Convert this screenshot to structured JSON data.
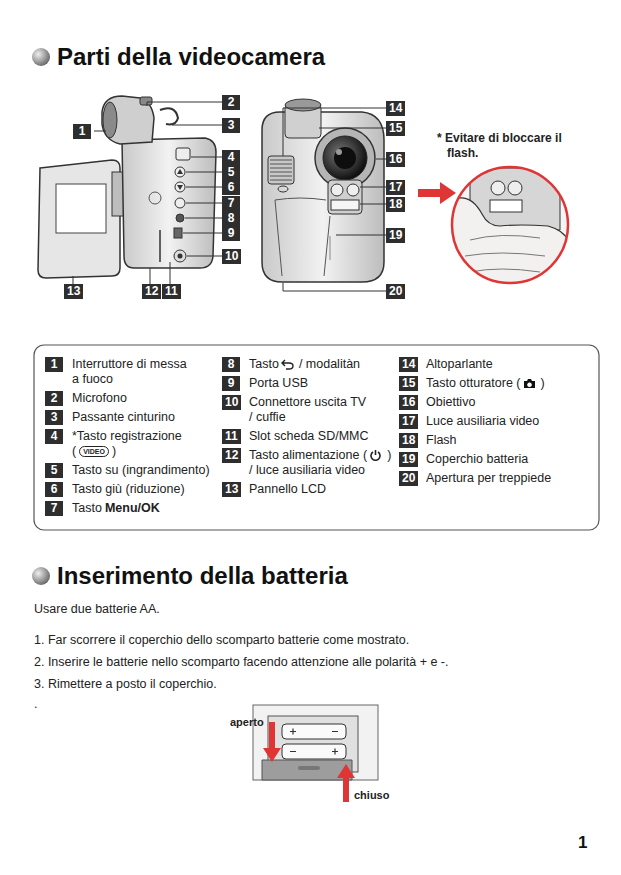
{
  "diagram": {
    "title": "Parti della videocamera",
    "nodes": [
      {
        "text": [
          "1"
        ]
      },
      {
        "text": [
          "2"
        ]
      },
      {
        "text": [
          "3"
        ]
      },
      {
        "text": [
          "4"
        ]
      },
      {
        "text": [
          "5"
        ]
      },
      {
        "text": [
          "6"
        ]
      },
      {
        "text": [
          "7"
        ]
      },
      {
        "text": [
          "8"
        ]
      },
      {
        "text": [
          "9"
        ]
      },
      {
        "text": [
          "10"
        ]
      },
      {
        "text": [
          "11"
        ]
      },
      {
        "text": [
          "12"
        ]
      },
      {
        "text": [
          "13"
        ]
      },
      {
        "text": [
          "14"
        ]
      },
      {
        "text": [
          "15"
        ]
      },
      {
        "text": [
          "16"
        ]
      },
      {
        "text": [
          "17"
        ]
      },
      {
        "text": [
          "18"
        ]
      },
      {
        "text": [
          "19"
        ]
      },
      {
        "text": [
          "20"
        ]
      },
      {
        "text": [
          "1",
          "Interruttore di messa a fuoco"
        ]
      },
      {
        "text": [
          "2",
          "Microfono"
        ]
      },
      {
        "text": [
          "3",
          "Passante cinturino"
        ]
      },
      {
        "text": [
          "4",
          "*Tasto registrazione",
          "(",
          "VIDEO",
          ")"
        ]
      },
      {
        "text": [
          "5",
          "Tasto su (ingrandimento)"
        ]
      },
      {
        "text": [
          "6",
          "Tasto giù (riduzione)"
        ]
      },
      {
        "text": [
          "7",
          "Tasto",
          "Menu/OK"
        ]
      },
      {
        "text": [
          "8",
          "Tasto",
          "/ modalitàn"
        ]
      },
      {
        "text": [
          "9",
          "Porta USB"
        ]
      },
      {
        "text": [
          "10",
          "Connettore uscita TV / cuffie"
        ]
      },
      {
        "text": [
          "11",
          "Slot scheda SD/MMC"
        ]
      },
      {
        "text": [
          "12",
          "Tasto alimentazione (",
          ")",
          "/ luce ausiliaria video"
        ]
      },
      {
        "text": [
          "13",
          "Pannello LCD"
        ]
      },
      {
        "text": [
          "14",
          "Altoparlante"
        ]
      },
      {
        "text": [
          "15",
          "Tasto otturatore (",
          ")"
        ]
      },
      {
        "text": [
          "16",
          "Obiettivo"
        ]
      },
      {
        "text": [
          "17",
          "Luce ausiliaria video"
        ]
      },
      {
        "text": [
          "18",
          "Flash"
        ]
      },
      {
        "text": [
          "19",
          "Coperchio batteria"
        ]
      },
      {
        "text": [
          "20",
          "Apertura per treppiede"
        ]
      }
    ],
    "labels": [
      "* Evitare di bloccare il flash.",
      "Inserimento della batteria",
      "Usare due batterie AA.",
      "1. Far scorrere il coperchio dello scomparto batterie come mostrato.",
      "2. Inserire le batterie nello scomparto facendo attenzione alle polarità + e -.",
      "3. Rimettere a posto il coperchio.",
      ".",
      "aperto",
      "chiuso",
      "1"
    ]
  }
}
